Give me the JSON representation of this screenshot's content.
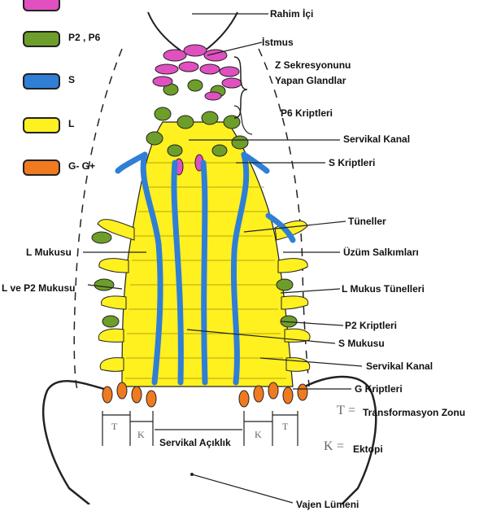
{
  "colors": {
    "pink": "#e050c0",
    "green": "#6e9e2a",
    "blue": "#2f7fd6",
    "yellow": "#fff020",
    "orange": "#f07a20",
    "outline": "#222222"
  },
  "legend": [
    {
      "label": "",
      "color": "#e050c0"
    },
    {
      "label": "P2 , P6",
      "color": "#6e9e2a"
    },
    {
      "label": "S",
      "color": "#2f7fd6"
    },
    {
      "label": "L",
      "color": "#fff020"
    },
    {
      "label": "G-  G+",
      "color": "#f07a20"
    }
  ],
  "labels": {
    "rahim_ici": "Rahim İçi",
    "istmus": "İstmus",
    "z_sekresyon_1": "Z Sekresyonunu",
    "z_sekresyon_2": "Yapan Glandlar",
    "p6_kriptleri": "P6 Kriptleri",
    "servikal_kanal_top": "Servikal Kanal",
    "s_kriptleri": "S Kriptleri",
    "tuneller": "Tüneller",
    "uzum_salkimlari": "Üzüm Salkımları",
    "l_mukusu": "L Mukusu",
    "l_ve_p2_mukusu": "L ve P2 Mukusu",
    "l_mukus_tunelleri": "L Mukus Tünelleri",
    "p2_kriptleri": "P2 Kriptleri",
    "s_mukusu": "S Mukusu",
    "servikal_kanal_bottom": "Servikal Kanal",
    "g_kriptleri": "G Kriptleri",
    "t_symbol": "T",
    "t_eq": "=",
    "transformasyon_zonu": "Transformasyon Zonu",
    "k_symbol": "K",
    "k_eq": "=",
    "ektopi": "Ektopi",
    "servikal_aciklik": "Servikal Açıklık",
    "t_left": "T",
    "k_left": "K",
    "k_right": "K",
    "t_right": "T",
    "bottom_cut": "Vajen Lümeni"
  }
}
